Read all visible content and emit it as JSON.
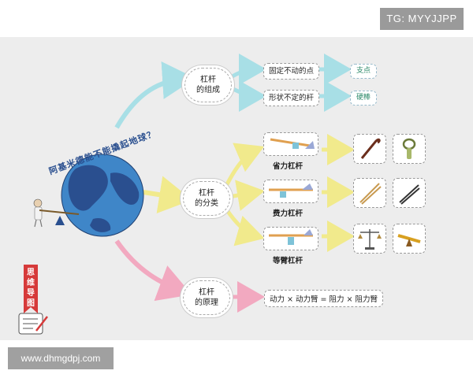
{
  "watermark": {
    "tg": "TG: MYYJJPP",
    "url": "www.dhmgdpj.com"
  },
  "title": "阿基米德能不能撬起地球？",
  "side_tag": "思维导图",
  "branches": [
    {
      "label_line1": "杠杆",
      "label_line2": "的组成",
      "items": [
        {
          "text": "固定不动的点",
          "tag": "支点"
        },
        {
          "text": "形状不定的杆",
          "tag": "硬棒"
        }
      ]
    },
    {
      "label_line1": "杠杆",
      "label_line2": "的分类",
      "items": [
        {
          "caption": "省力杠杆"
        },
        {
          "caption": "费力杠杆"
        },
        {
          "caption": "等臂杠杆"
        }
      ]
    },
    {
      "label_line1": "杠杆",
      "label_line2": "的原理",
      "formula": "动力 × 动力臂 = 阻力 × 阻力臂"
    }
  ],
  "colors": {
    "panel": "#ededed",
    "arrow_teal": "#a8dfe6",
    "arrow_yellow": "#f1ea8c",
    "arrow_pink": "#f2a9c0",
    "globe_ocean": "#3f86c8",
    "globe_land": "#2a4f8f",
    "tag_text": "#2d8a6a",
    "ribbon": "#d63a3a"
  },
  "icons": [
    "globe-icon",
    "archimedes-figure-icon",
    "crowbar-icon",
    "bottle-opener-icon",
    "chopsticks-icon",
    "tweezers-icon",
    "balance-scale-icon",
    "seesaw-icon"
  ]
}
